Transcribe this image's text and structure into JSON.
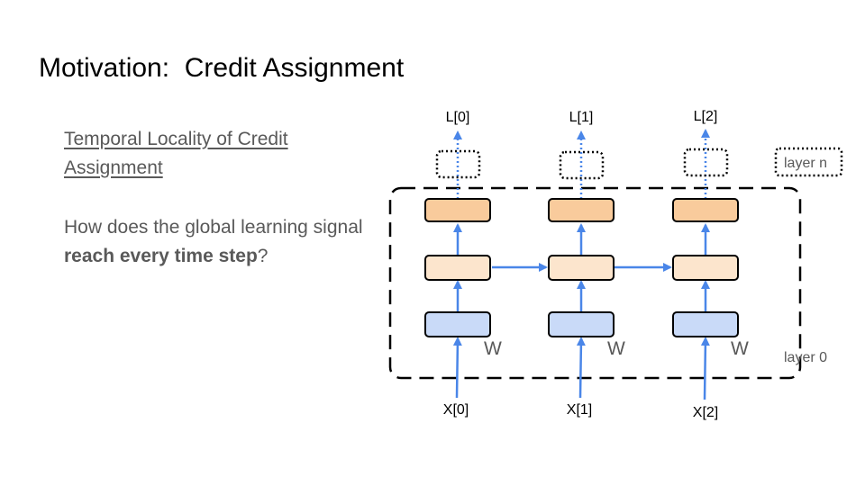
{
  "slide": {
    "title": "Motivation:  Credit Assignment",
    "subtitle": "Temporal Locality of Credit Assignment",
    "question": {
      "before": "How does the global learning signal ",
      "bold": "reach every time step",
      "after": "?"
    }
  },
  "diagram": {
    "layer_top_label": "layer n",
    "layer_bottom_label": "layer 0",
    "weight_label": "W",
    "columns": [
      {
        "loss": "L[0]",
        "input": "X[0]"
      },
      {
        "loss": "L[1]",
        "input": "X[1]"
      },
      {
        "loss": "L[2]",
        "input": "X[2]"
      }
    ],
    "colors": {
      "arrow": "#4a86e8",
      "output_cell": "#f9cb9c",
      "hidden_cell": "#fce5cd",
      "input_cell": "#c9daf8",
      "stroke": "#000000"
    }
  }
}
